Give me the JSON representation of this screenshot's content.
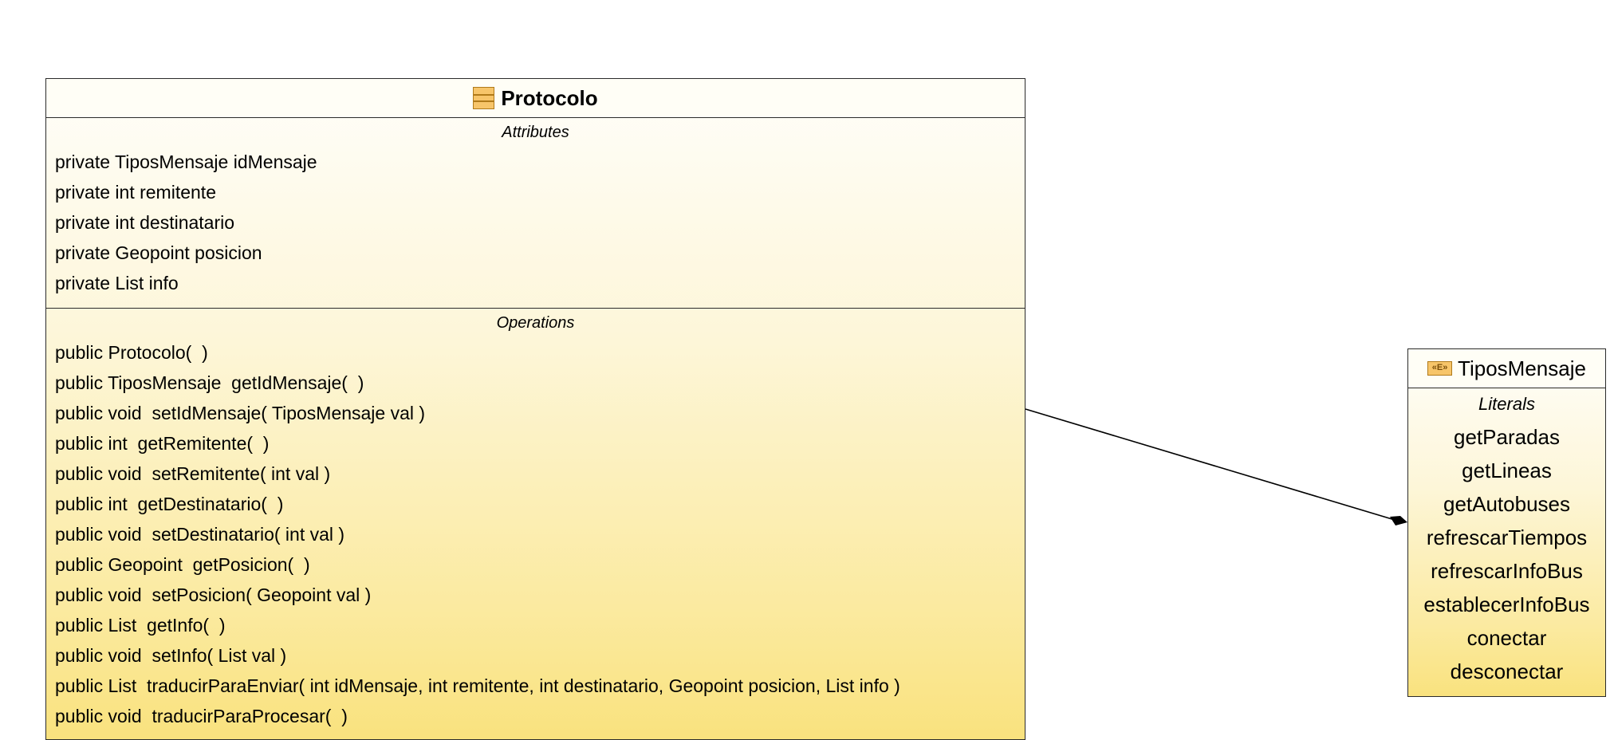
{
  "classes": {
    "protocolo": {
      "name": "Protocolo",
      "icon": "class-icon",
      "attributes_title": "Attributes",
      "attributes": [
        "private TiposMensaje idMensaje",
        "private int remitente",
        "private int destinatario",
        "private Geopoint posicion",
        "private List info"
      ],
      "operations_title": "Operations",
      "operations": [
        "public Protocolo(  )",
        "public TiposMensaje  getIdMensaje(  )",
        "public void  setIdMensaje( TiposMensaje val )",
        "public int  getRemitente(  )",
        "public void  setRemitente( int val )",
        "public int  getDestinatario(  )",
        "public void  setDestinatario( int val )",
        "public Geopoint  getPosicion(  )",
        "public void  setPosicion( Geopoint val )",
        "public List  getInfo(  )",
        "public void  setInfo( List val )",
        "public List  traducirParaEnviar( int idMensaje, int remitente, int destinatario, Geopoint posicion, List info )",
        "public void  traducirParaProcesar(  )"
      ]
    },
    "tipos_mensaje": {
      "name": "TiposMensaje",
      "icon": "enum-icon",
      "icon_text": "«E»",
      "literals_title": "Literals",
      "literals": [
        "getParadas",
        "getLineas",
        "getAutobuses",
        "refrescarTiempos",
        "refrescarInfoBus",
        "establecerInfoBus",
        "conectar",
        "desconectar"
      ]
    }
  },
  "relationship": {
    "type": "composition",
    "from": "Protocolo",
    "to": "TiposMensaje",
    "end_marker": "filled-diamond"
  },
  "colors": {
    "box_border": "#2b2b2b",
    "fill_top": "#fffefa",
    "fill_bottom": "#f9e27e",
    "icon_fill": "#f7c56a"
  }
}
